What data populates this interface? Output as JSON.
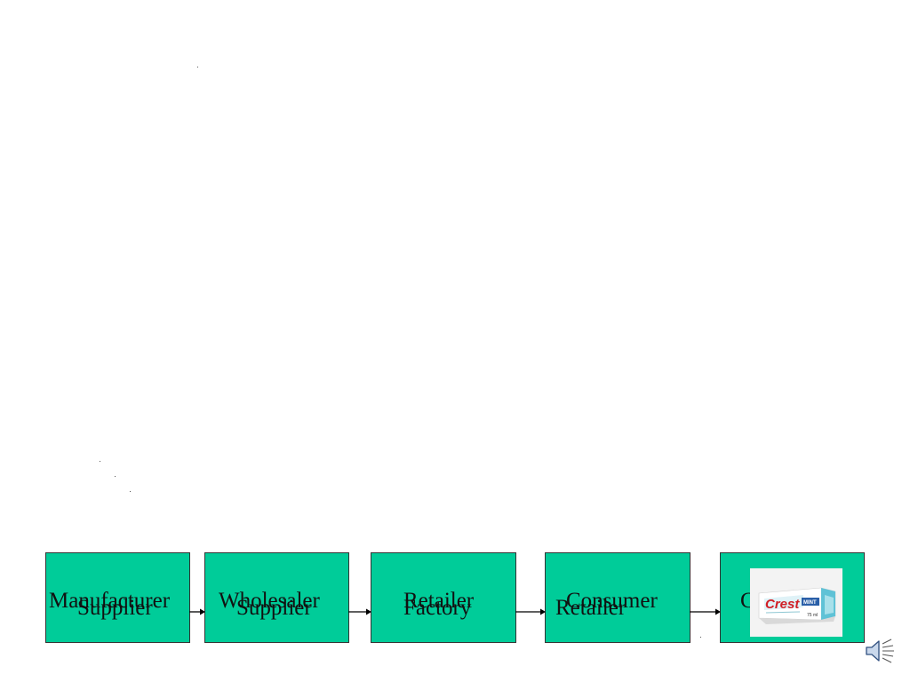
{
  "diagram": {
    "stages_front": [
      {
        "label": "Manufacturer"
      },
      {
        "label": "Wholesaler"
      },
      {
        "label": "Retailer"
      },
      {
        "label": "Consumer"
      },
      {
        "label": "C"
      }
    ],
    "stages_back": [
      {
        "label": "Supplier"
      },
      {
        "label": "Supplier"
      },
      {
        "label": "Factory"
      },
      {
        "label": "Retailer"
      }
    ],
    "colors": {
      "box_fill": "#00cc99",
      "box_border": "#333333"
    }
  },
  "product": {
    "brand": "Crest",
    "sub_label": "MINT",
    "volume": "75 ml"
  },
  "icons": {
    "audio": "speaker-icon"
  }
}
